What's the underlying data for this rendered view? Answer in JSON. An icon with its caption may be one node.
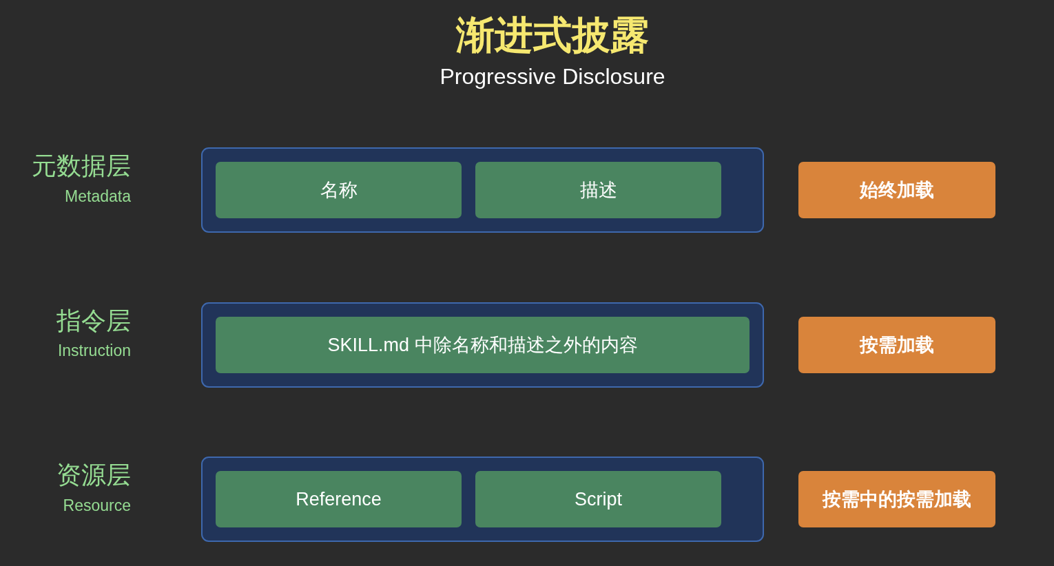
{
  "diagram": {
    "title": "渐进式披露",
    "nodes": [
      {
        "text": [],
        "shape": "box"
      },
      {
        "text": [
          "名称"
        ],
        "in": 0
      },
      {
        "text": [
          "描述"
        ],
        "in": 0
      },
      {
        "text": [
          "始终加载"
        ]
      },
      {
        "text": [],
        "shape": "box"
      },
      {
        "text": [
          "SKILL.md 中除名称和描述之外的内容"
        ],
        "in": 4
      },
      {
        "text": [
          "按需加载"
        ]
      },
      {
        "text": [],
        "shape": "box"
      },
      {
        "text": [
          "Reference"
        ],
        "in": 7
      },
      {
        "text": [
          "Script"
        ],
        "in": 7
      },
      {
        "text": [
          "按需中的按需加载"
        ]
      }
    ],
    "labels": [
      "Progressive Disclosure",
      "元数据层",
      "Metadata",
      "指令层",
      "Instruction",
      "资源层",
      "Resource"
    ]
  }
}
